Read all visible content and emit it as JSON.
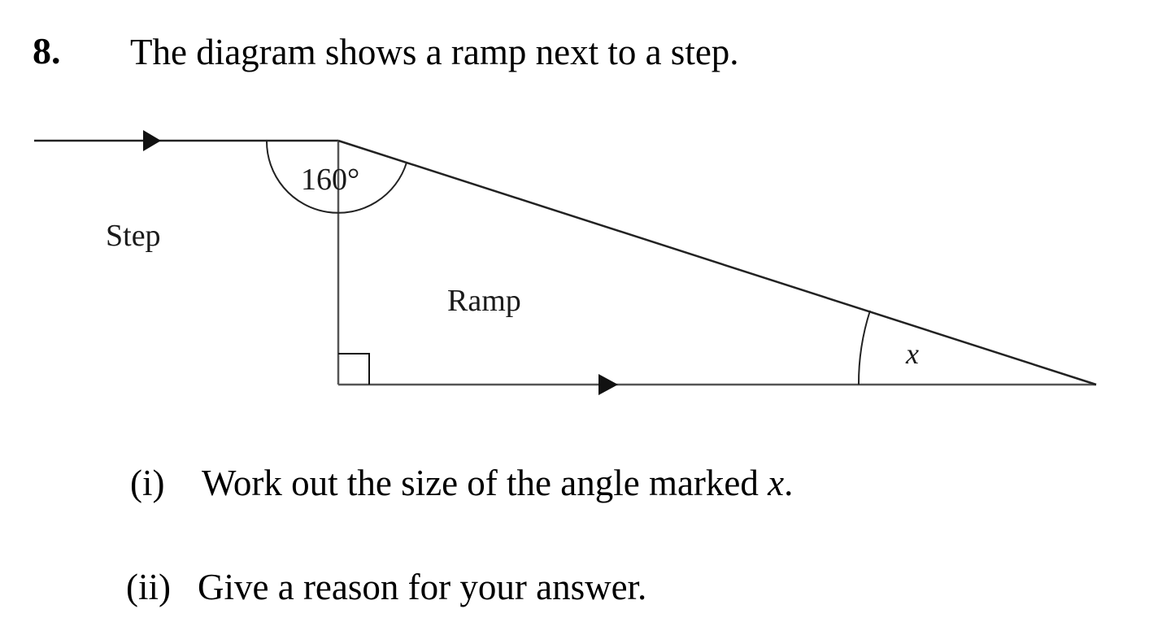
{
  "question": {
    "number": "8.",
    "text": "The diagram shows a ramp next to a step."
  },
  "diagram": {
    "angle_label": "160°",
    "step_label": "Step",
    "ramp_label": "Ramp",
    "unknown_angle_label": "x"
  },
  "parts": [
    {
      "marker": "(i)",
      "text": "Work out the size of the angle marked ",
      "variable": "x",
      "end": "."
    },
    {
      "marker": "(ii)",
      "text": "Give a reason for your answer."
    }
  ]
}
